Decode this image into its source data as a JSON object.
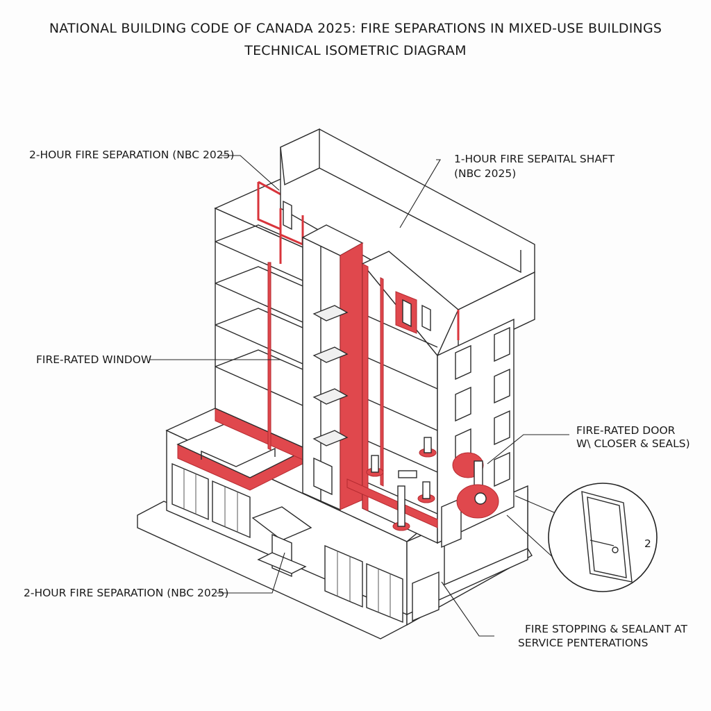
{
  "diagram": {
    "title": "NATIONAL BUILDING CODE OF CANADA 2025:   FIRE SEPARATIONS IN MIXED-USE BUILDINGS",
    "subtitle": "TECHNICAL ISOMETRIC DIAGRAM",
    "colors": {
      "fire_rated": "#e0484d",
      "line": "#2a2a2a",
      "background": "#fdfdfd"
    },
    "labels": {
      "sep_2hr_top": "2-HOUR FIRE SEPARATION (NBC 2025)",
      "shaft_1hr_line1": "1-HOUR FIRE SEPAITAL SHAFT",
      "shaft_1hr_line2": "(NBC 2025)",
      "fire_window": "FIRE-RATED WINDOW",
      "fire_door_line1": "FIRE-RATED DOOR",
      "fire_door_line2": "W\\ CLOSER & SEALS)",
      "sep_2hr_bottom": "2-HOUR FIRE SEPARATION (NBC 2025)",
      "firestop_line1": "FIRE STOPPING & SEALANT AT",
      "firestop_line2": "SERVICE PENTERATIONS",
      "detail_number": "2"
    }
  }
}
